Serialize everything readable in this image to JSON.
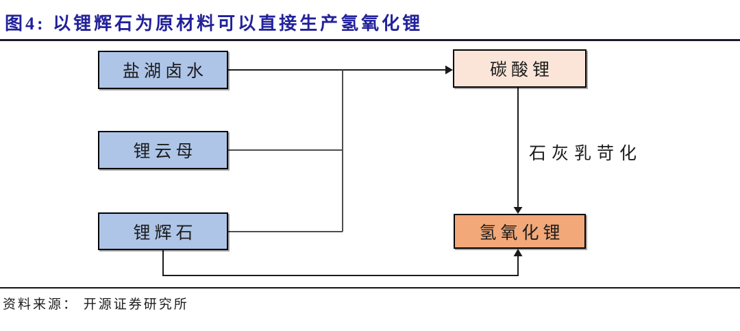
{
  "figure": {
    "title": "图4:  以锂辉石为原材料可以直接生产氢氧化锂",
    "source": "资料来源： 开源证券研究所"
  },
  "diagram": {
    "nodes": [
      {
        "id": "salt-lake-brine",
        "label": "盐湖卤水",
        "color_role": "node_blue"
      },
      {
        "id": "lepidolite",
        "label": "锂云母",
        "color_role": "node_blue"
      },
      {
        "id": "spodumene",
        "label": "锂辉石",
        "color_role": "node_blue"
      },
      {
        "id": "lithium-carbonate",
        "label": "碳酸锂",
        "color_role": "node_peach"
      },
      {
        "id": "lithium-hydroxide",
        "label": "氢氧化锂",
        "color_role": "node_orange"
      }
    ],
    "edges": [
      {
        "from": "盐湖卤水",
        "to": "碳酸锂",
        "label": ""
      },
      {
        "from": "锂云母",
        "to": "碳酸锂",
        "label": ""
      },
      {
        "from": "锂辉石",
        "to": "碳酸锂",
        "label": ""
      },
      {
        "from": "碳酸锂",
        "to": "氢氧化锂",
        "label": "石灰乳苛化"
      },
      {
        "from": "锂辉石",
        "to": "氢氧化锂",
        "label": ""
      }
    ]
  },
  "colors": {
    "title": "#22219b",
    "rule": "#1a1a2e",
    "node_blue": "#aec5e8",
    "node_peach": "#fbe5d8",
    "node_orange": "#f2a878",
    "connector": "#4d4d4d",
    "arrow": "#1a1a1a"
  }
}
